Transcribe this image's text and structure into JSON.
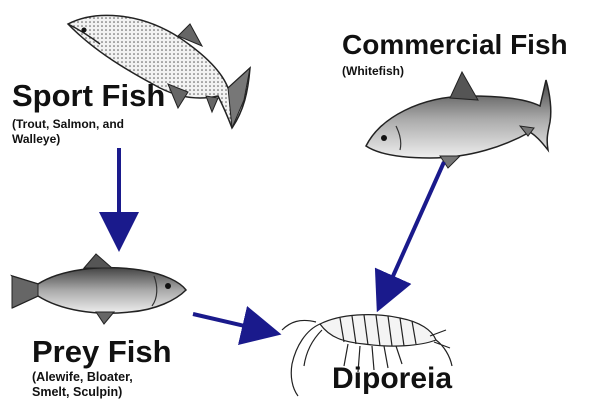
{
  "nodes": {
    "sport_fish": {
      "title": "Sport Fish",
      "subtitle_lines": [
        "(Trout, Salmon, and",
        "Walleye)"
      ]
    },
    "commercial_fish": {
      "title": "Commercial Fish",
      "subtitle_lines": [
        "(Whitefish)"
      ]
    },
    "prey_fish": {
      "title": "Prey Fish",
      "subtitle_lines": [
        "(Alewife, Bloater,",
        "Smelt, Sculpin)"
      ]
    },
    "diporeia": {
      "title": "Diporeia",
      "subtitle_lines": []
    }
  },
  "edges": [
    {
      "from": "Sport Fish",
      "to": "Prey Fish"
    },
    {
      "from": "Prey Fish",
      "to": "Diporeia"
    },
    {
      "from": "Commercial Fish",
      "to": "Diporeia"
    }
  ],
  "colors": {
    "arrow": "#1a1a8c",
    "text": "#111111",
    "background": "#ffffff"
  },
  "illustrations": [
    "trout-illustration",
    "whitefish-illustration",
    "alewife-illustration",
    "diporeia-amphipod-illustration"
  ]
}
